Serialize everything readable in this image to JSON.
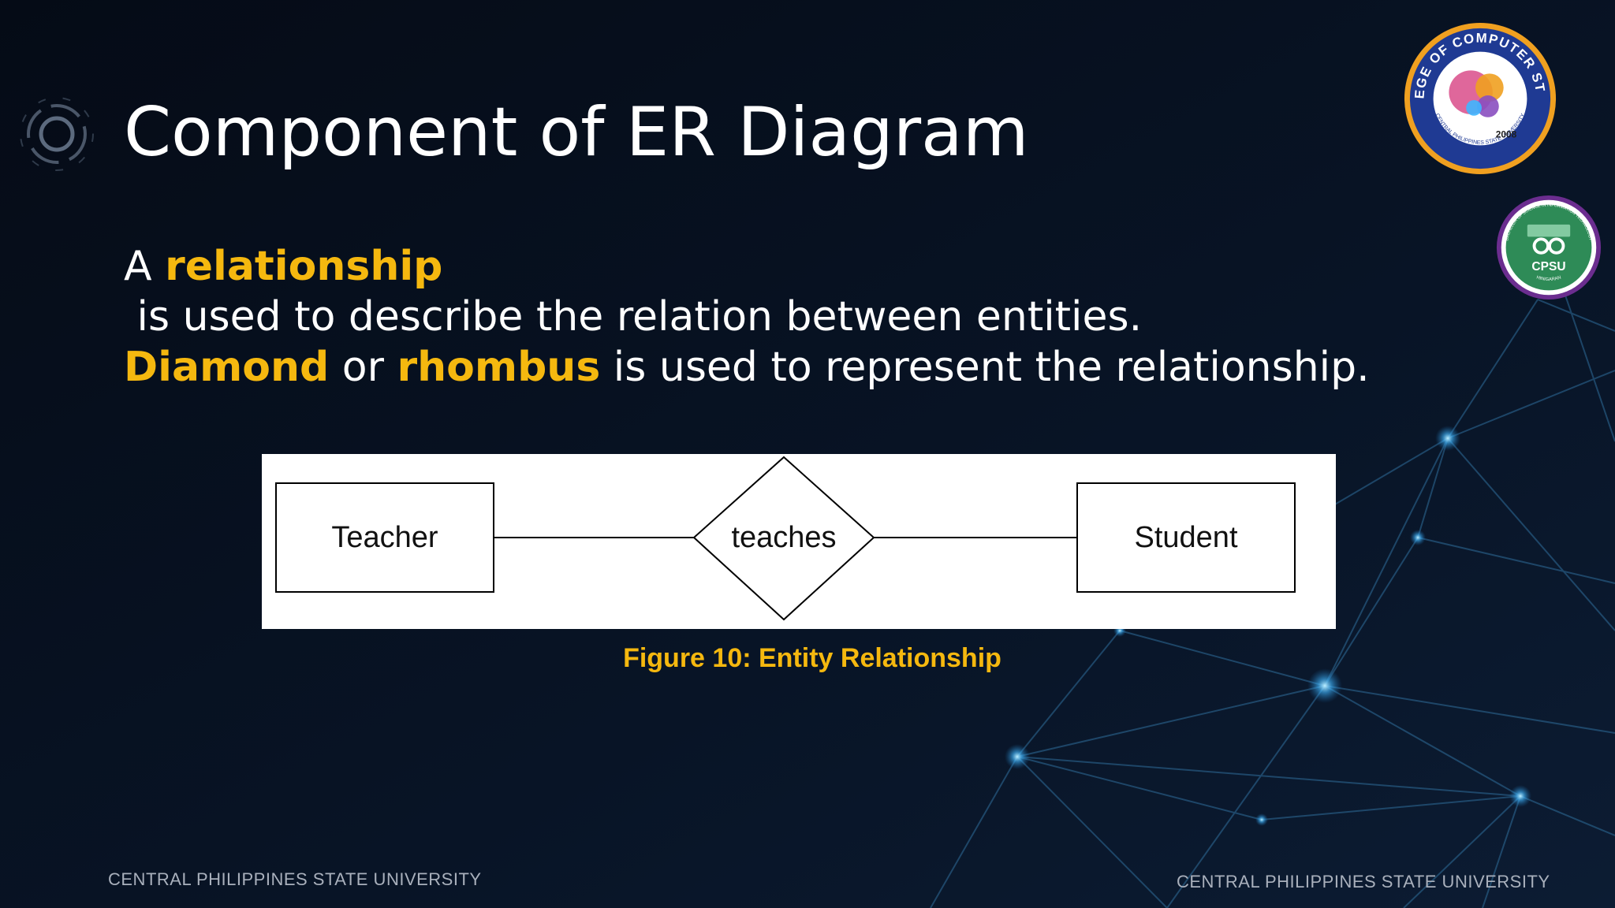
{
  "slide": {
    "title": "Component of ER Diagram",
    "paragraph": {
      "line1_prefix": "A ",
      "line1_highlight": "relationship",
      "line1_suffix": " is used to describe the relation between entities.",
      "line2_highlight1": "Diamond",
      "line2_mid": " or ",
      "line2_highlight2": "rhombus",
      "line2_suffix": " is used to represent the relationship."
    },
    "caption": "Figure 10: Entity Relationship",
    "footer_left": "CENTRAL PHILIPPINES STATE UNIVERSITY",
    "footer_right": "CENTRAL PHILIPPINES STATE UNIVERSITY"
  },
  "diagram": {
    "entity_left": "Teacher",
    "relationship": "teaches",
    "entity_right": "Student"
  },
  "logos": {
    "college_seal": {
      "ring_text": "COLLEGE OF COMPUTER STUDIES",
      "bottom_text": "CENTRAL PHILIPPINES STATE UNIVERSITY",
      "year": "2008",
      "ring_color": "#1f3a93",
      "accent_color": "#f0a020"
    },
    "program_seal": {
      "ring_text": "BACHELOR OF SCIENCE IN INFORMATION TECHNOLOGY",
      "center_text": "CPSU",
      "bottom_text": "HINIGARAN",
      "ring_color": "#6b2d8f",
      "center_color": "#2e8b57"
    }
  },
  "colors": {
    "background": "#060d1a",
    "highlight": "#f5b80f",
    "text": "#ffffff",
    "footer": "#a9b0bc"
  }
}
